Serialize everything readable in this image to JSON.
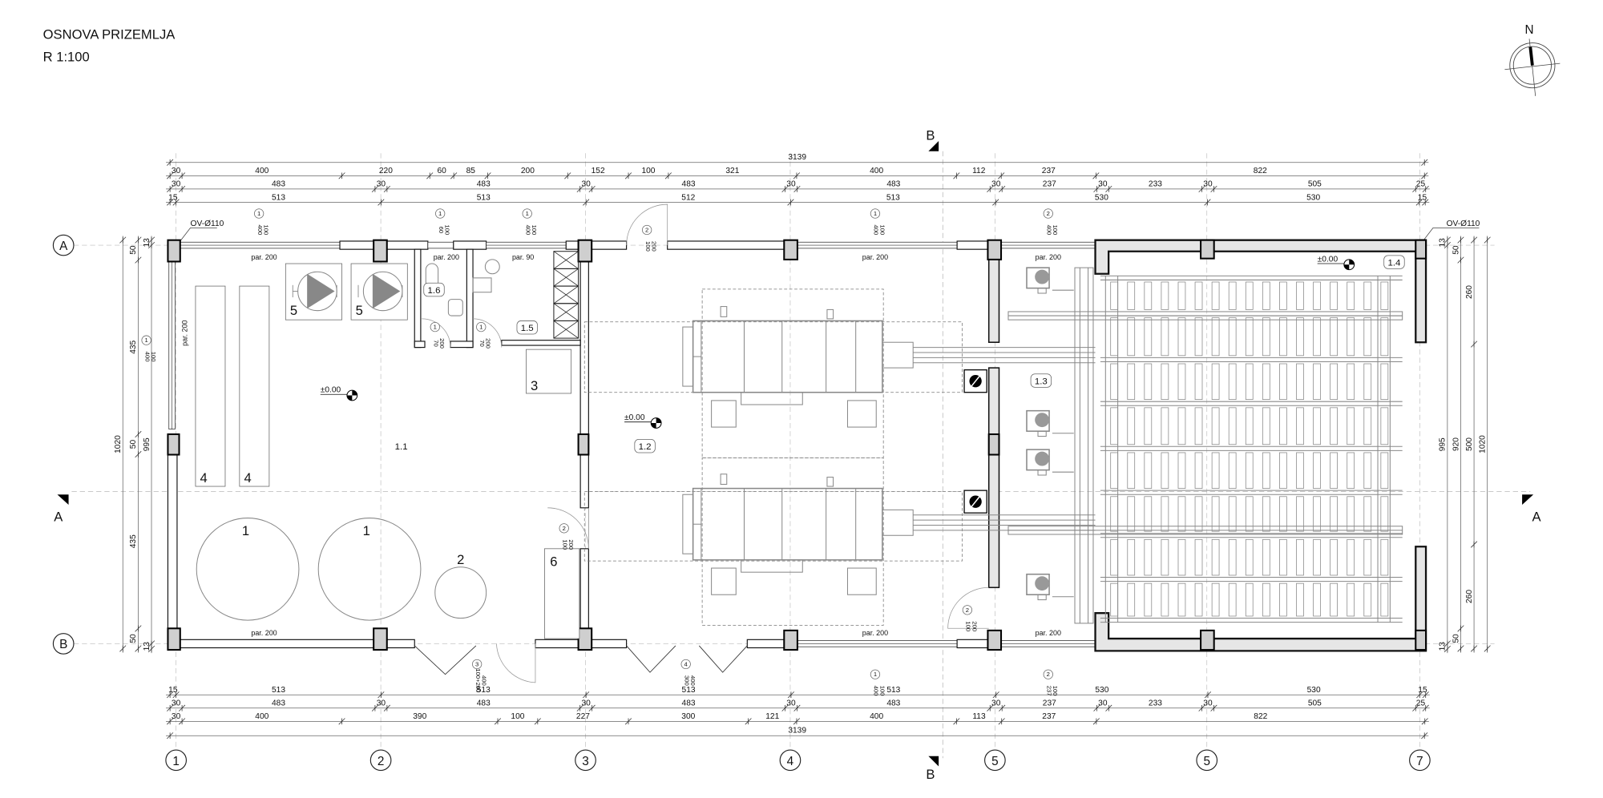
{
  "title": "OSNOVA PRIZEMLJA",
  "scale": "R 1:100",
  "north_label": "N",
  "grid_axes": {
    "columns": [
      "1",
      "2",
      "3",
      "4",
      "5",
      "5",
      "7"
    ],
    "rows": [
      "A",
      "B"
    ]
  },
  "sections": {
    "a": "A",
    "b": "B"
  },
  "pipe_labels": [
    "OV-Ø110",
    "OV-Ø110"
  ],
  "dimensions": {
    "top_total": "3139",
    "top_rows": [
      [
        30,
        400,
        220,
        60,
        85,
        200,
        152,
        100,
        321,
        400,
        112,
        237,
        822
      ],
      [
        30,
        483,
        30,
        483,
        30,
        483,
        30,
        483,
        30,
        237,
        30,
        233,
        30,
        505,
        25
      ],
      [
        15,
        513,
        513,
        512,
        513,
        530,
        530,
        15
      ]
    ],
    "bottom_rows": [
      [
        15,
        513,
        513,
        513,
        513,
        530,
        530,
        15
      ],
      [
        30,
        483,
        30,
        483,
        30,
        483,
        30,
        483,
        30,
        237,
        30,
        233,
        30,
        505,
        25
      ],
      [
        30,
        400,
        390,
        100,
        227,
        300,
        121,
        400,
        113,
        237,
        822
      ]
    ],
    "bottom_total": "3139",
    "left": {
      "outer": [
        1020
      ],
      "mid": [
        50,
        435,
        50,
        435,
        50
      ],
      "inner": [
        13,
        995,
        13
      ]
    },
    "right": {
      "inner": [
        13,
        995,
        13
      ],
      "mid": [
        50,
        920,
        50
      ],
      "outer_a": [
        260,
        500,
        260
      ],
      "outer_b": [
        1020
      ]
    }
  },
  "rooms": [
    "1.1",
    "1.2",
    "1.3",
    "1.4",
    "1.5",
    "1.6"
  ],
  "elevations": [
    "±0.00",
    "±0.00",
    "±0.00"
  ],
  "equipment_labels": [
    "1",
    "1",
    "2",
    "3",
    "4",
    "4",
    "5",
    "5",
    "6"
  ],
  "par_labels": [
    "par. 200",
    "par. 200",
    "par. 90",
    "par. 200",
    "par. 200",
    "par. 200",
    "par. 200",
    "par. 200",
    "par. 200"
  ],
  "openings": [
    {
      "type": "1",
      "w": "400",
      "h": "100"
    },
    {
      "type": "1",
      "w": "60",
      "h": "100"
    },
    {
      "type": "1",
      "w": "400",
      "h": "100"
    },
    {
      "type": "2",
      "w": "100",
      "h": "200"
    },
    {
      "type": "1",
      "w": "400",
      "h": "100"
    },
    {
      "type": "2",
      "w": "400",
      "h": "100"
    },
    {
      "type": "1",
      "w": "400",
      "h": "100"
    },
    {
      "type": "1",
      "w": "70",
      "h": "200"
    },
    {
      "type": "1",
      "w": "70",
      "h": "200"
    },
    {
      "type": "2",
      "w": "100",
      "h": "200"
    },
    {
      "type": "2",
      "w": "100",
      "h": "200"
    },
    {
      "type": "3",
      "w": "100+200",
      "h": "400"
    },
    {
      "type": "4",
      "w": "300",
      "h": "400"
    },
    {
      "type": "1",
      "w": "400",
      "h": "100"
    },
    {
      "type": "2",
      "w": "237",
      "h": "100"
    }
  ]
}
